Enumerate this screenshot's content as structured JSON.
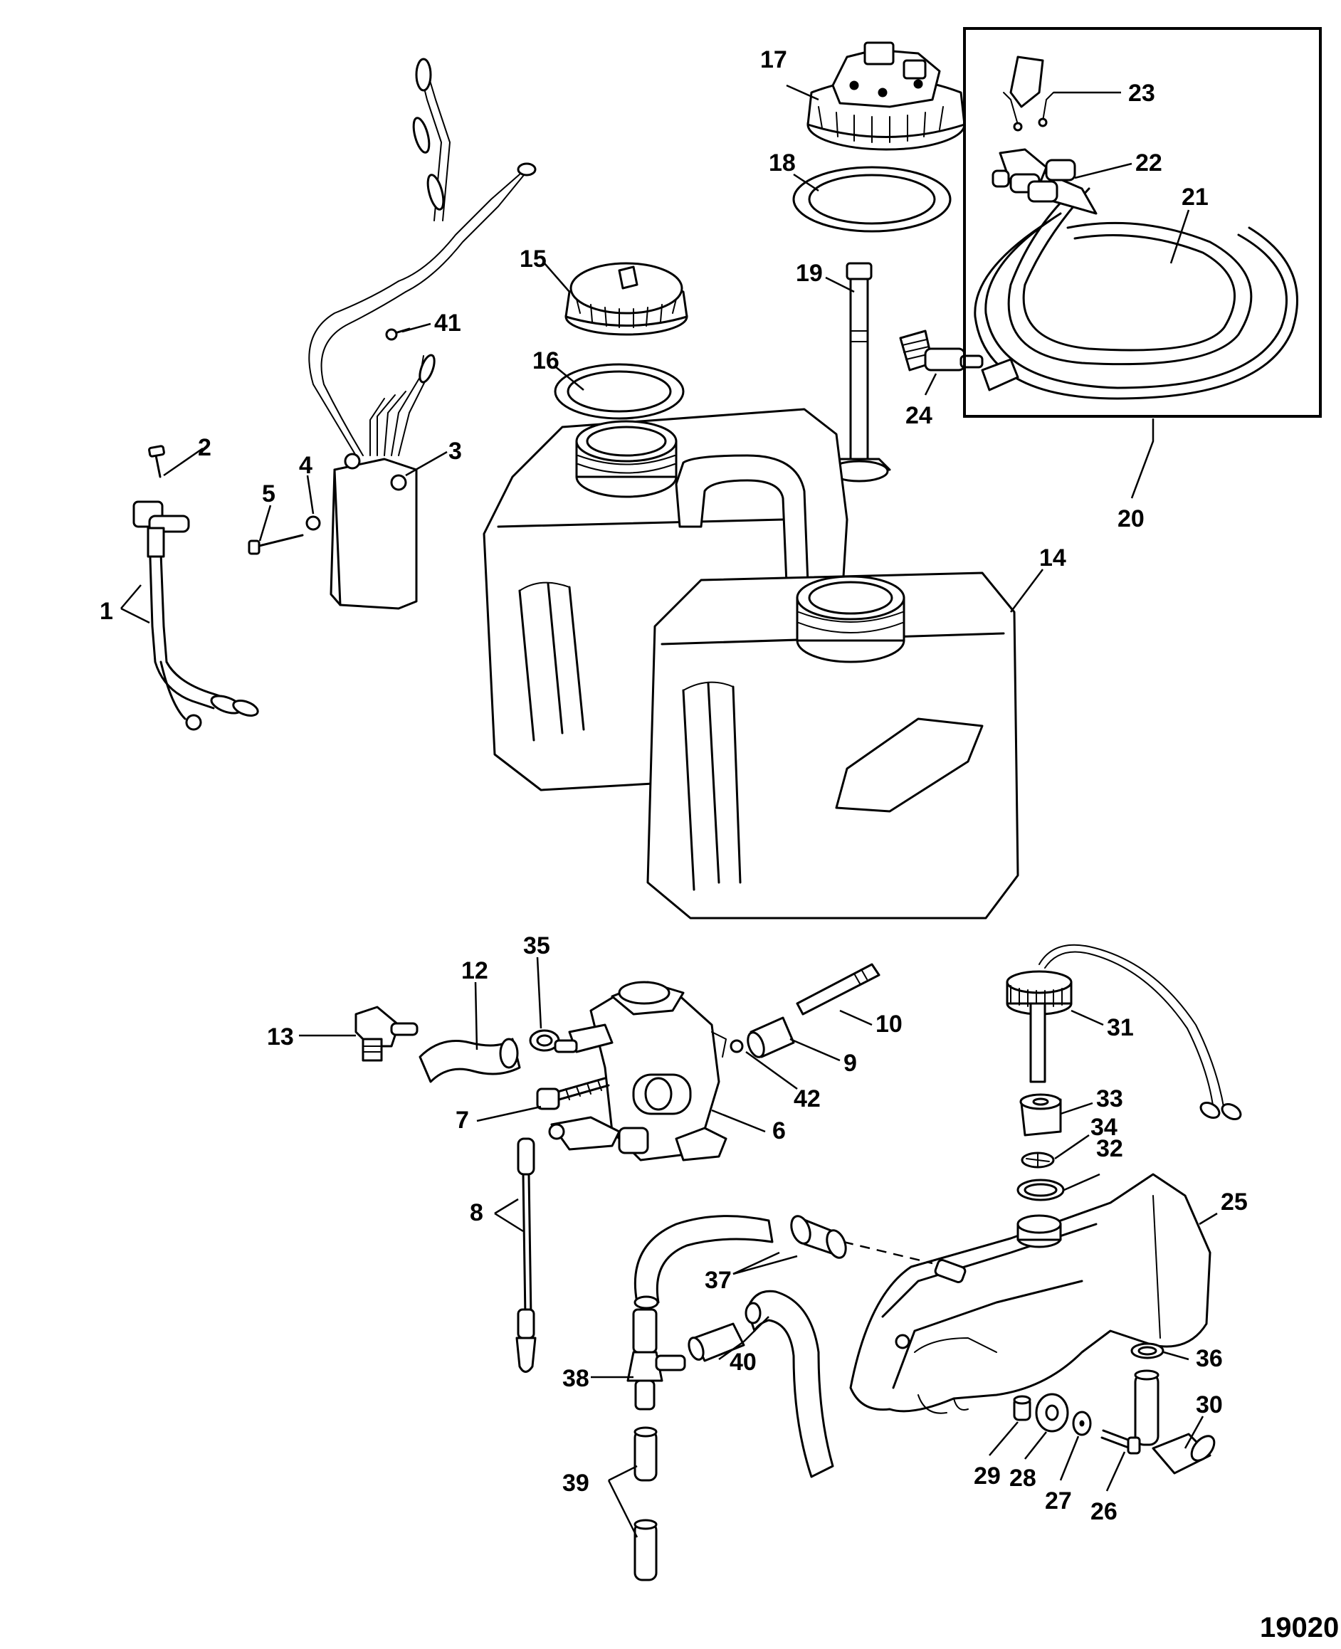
{
  "figure_number": "19020",
  "callouts": [
    {
      "id": "c1",
      "label": "1"
    },
    {
      "id": "c2",
      "label": "2"
    },
    {
      "id": "c3",
      "label": "3"
    },
    {
      "id": "c4",
      "label": "4"
    },
    {
      "id": "c5",
      "label": "5"
    },
    {
      "id": "c6",
      "label": "6"
    },
    {
      "id": "c7",
      "label": "7"
    },
    {
      "id": "c8",
      "label": "8"
    },
    {
      "id": "c9",
      "label": "9"
    },
    {
      "id": "c10",
      "label": "10"
    },
    {
      "id": "c12",
      "label": "12"
    },
    {
      "id": "c13",
      "label": "13"
    },
    {
      "id": "c14",
      "label": "14"
    },
    {
      "id": "c15",
      "label": "15"
    },
    {
      "id": "c16",
      "label": "16"
    },
    {
      "id": "c17",
      "label": "17"
    },
    {
      "id": "c18",
      "label": "18"
    },
    {
      "id": "c19",
      "label": "19"
    },
    {
      "id": "c20",
      "label": "20"
    },
    {
      "id": "c21",
      "label": "21"
    },
    {
      "id": "c22",
      "label": "22"
    },
    {
      "id": "c23",
      "label": "23"
    },
    {
      "id": "c24",
      "label": "24"
    },
    {
      "id": "c25",
      "label": "25"
    },
    {
      "id": "c26",
      "label": "26"
    },
    {
      "id": "c27",
      "label": "27"
    },
    {
      "id": "c28",
      "label": "28"
    },
    {
      "id": "c29",
      "label": "29"
    },
    {
      "id": "c30",
      "label": "30"
    },
    {
      "id": "c31",
      "label": "31"
    },
    {
      "id": "c32",
      "label": "32"
    },
    {
      "id": "c33",
      "label": "33"
    },
    {
      "id": "c34",
      "label": "34"
    },
    {
      "id": "c35",
      "label": "35"
    },
    {
      "id": "c36",
      "label": "36"
    },
    {
      "id": "c37",
      "label": "37"
    },
    {
      "id": "c38",
      "label": "38"
    },
    {
      "id": "c39",
      "label": "39"
    },
    {
      "id": "c40",
      "label": "40"
    },
    {
      "id": "c41",
      "label": "41"
    },
    {
      "id": "c42",
      "label": "42"
    }
  ]
}
